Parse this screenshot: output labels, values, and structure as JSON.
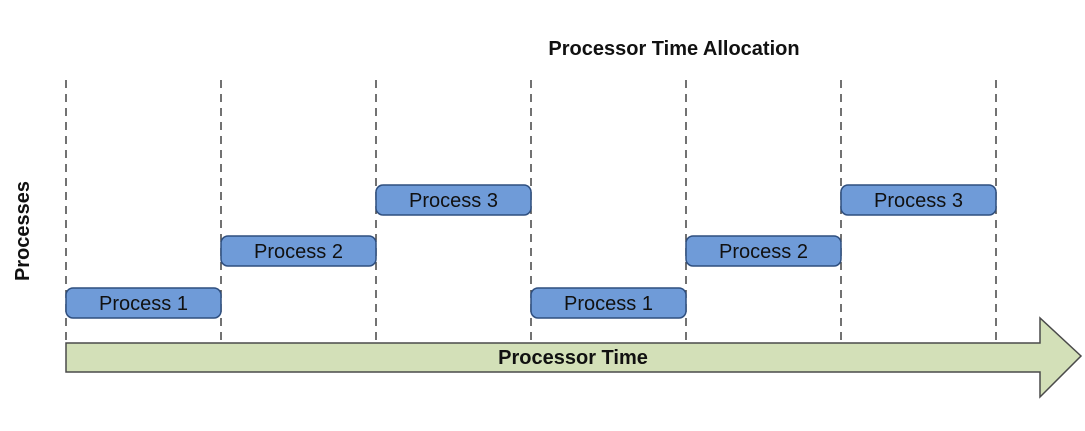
{
  "diagram": {
    "title": "Processor Time Allocation",
    "y_label": "Processes",
    "arrow_label": "Processor Time",
    "colors": {
      "process_fill": "#6f9bd8",
      "process_stroke": "#2f4f7f",
      "arrow_fill": "#d3e0b8",
      "arrow_stroke": "#4a4a4a",
      "guide": "#444444"
    },
    "time_slices": [
      {
        "slot": 0,
        "process": "Process 1",
        "lane": 1
      },
      {
        "slot": 1,
        "process": "Process 2",
        "lane": 2
      },
      {
        "slot": 2,
        "process": "Process 3",
        "lane": 3
      },
      {
        "slot": 3,
        "process": "Process 1",
        "lane": 1
      },
      {
        "slot": 4,
        "process": "Process 2",
        "lane": 2
      },
      {
        "slot": 5,
        "process": "Process 3",
        "lane": 3
      }
    ]
  }
}
